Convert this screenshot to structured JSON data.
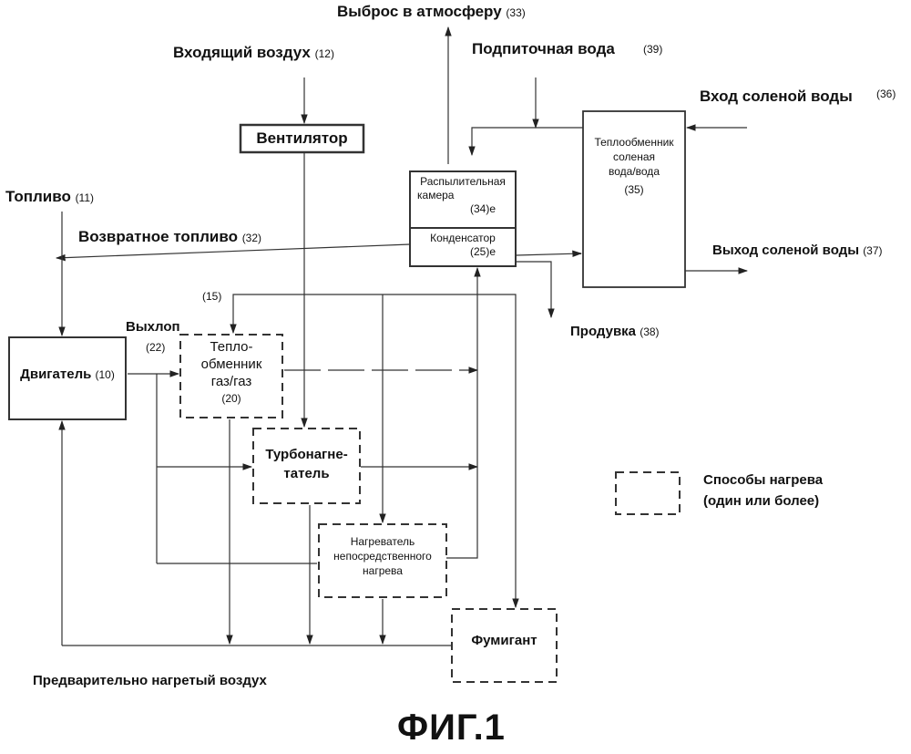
{
  "labels": {
    "exhaust_to_atmosphere": "Выброс в атмосферу",
    "exhaust_to_atmosphere_ref": "(33)",
    "incoming_air": "Входящий воздух",
    "incoming_air_ref": "(12)",
    "makeup_water": "Подпиточная вода",
    "makeup_water_ref": "(39)",
    "saltwater_in": "Вход соленой воды",
    "saltwater_in_ref": "(36)",
    "fuel": "Топливо",
    "fuel_ref": "(11)",
    "return_fuel": "Возвратное топливо",
    "return_fuel_ref": "(32)",
    "saltwater_out": "Выход соленой воды",
    "saltwater_out_ref": "(37)",
    "ref_15": "(15)",
    "exhaust": "Выхлоп",
    "exhaust_ref": "(22)",
    "purge": "Продувка",
    "purge_ref": "(38)",
    "preheated_air": "Предварительно нагретый воздух",
    "legend_line1": "Способы нагрева",
    "legend_line2": "(один или более)",
    "figure": "ФИГ.1"
  },
  "boxes": {
    "fan": "Вентилятор",
    "engine": "Двигатель",
    "engine_ref": "(10)",
    "spray_line1": "Распылительная",
    "spray_line2": "камера",
    "spray_ref": "(34)е",
    "condenser": "Конденсатор",
    "condenser_ref": "(25)е",
    "hx_water_line1": "Теплообменник",
    "hx_water_line2": "соленая",
    "hx_water_line3": "вода/вода",
    "hx_water_ref": "(35)",
    "hx_gas_line1": "Тепло-",
    "hx_gas_line2": "обменник",
    "hx_gas_line3": "газ/газ",
    "hx_gas_ref": "(20)",
    "turbo_line1": "Турбонагне-",
    "turbo_line2": "татель",
    "direct_line1": "Нагреватель",
    "direct_line2": "непосредственного",
    "direct_line3": "нагрева",
    "fumigant": "Фумигант"
  }
}
